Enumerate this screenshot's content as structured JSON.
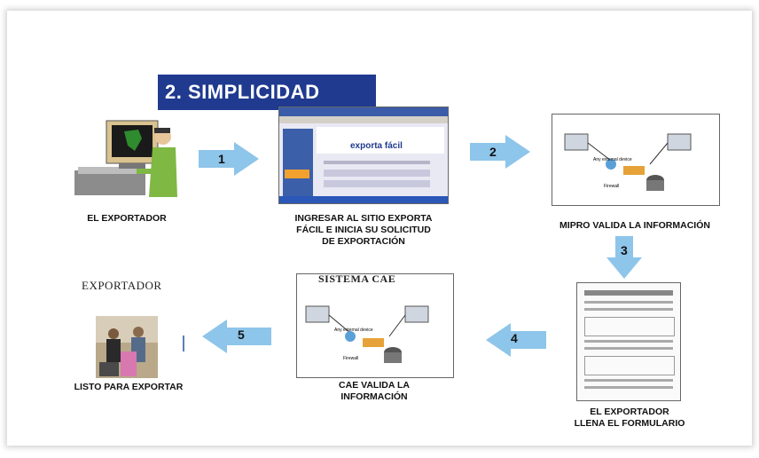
{
  "title": "2. SIMPLICIDAD",
  "steps": {
    "exportador": "EL EXPORTADOR",
    "ingresar_line1": "INGRESAR AL SITIO EXPORTA",
    "ingresar_line2": "FÁCIL E INICIA SU SOLICITUD",
    "ingresar_line3": "DE EXPORTACIÓN",
    "mipro": "MIPRO VALIDA LA INFORMACIÓN",
    "llena_line1": "EL EXPORTADOR",
    "llena_line2": "LLENA EL FORMULARIO",
    "cae_line1": "CAE VALIDA LA",
    "cae_line2": "INFORMACIÓN",
    "listo": "LISTO PARA EXPORTAR"
  },
  "arrows": [
    "1",
    "2",
    "3",
    "4",
    "5"
  ],
  "sistema_cae": "SISTEMA CAE",
  "exportador_heading": "EXPORTADOR",
  "website": {
    "logo_text": "exporta fácil"
  },
  "colors": {
    "title_bg": "#1f3a8f",
    "arrow": "#8ec5ea"
  }
}
